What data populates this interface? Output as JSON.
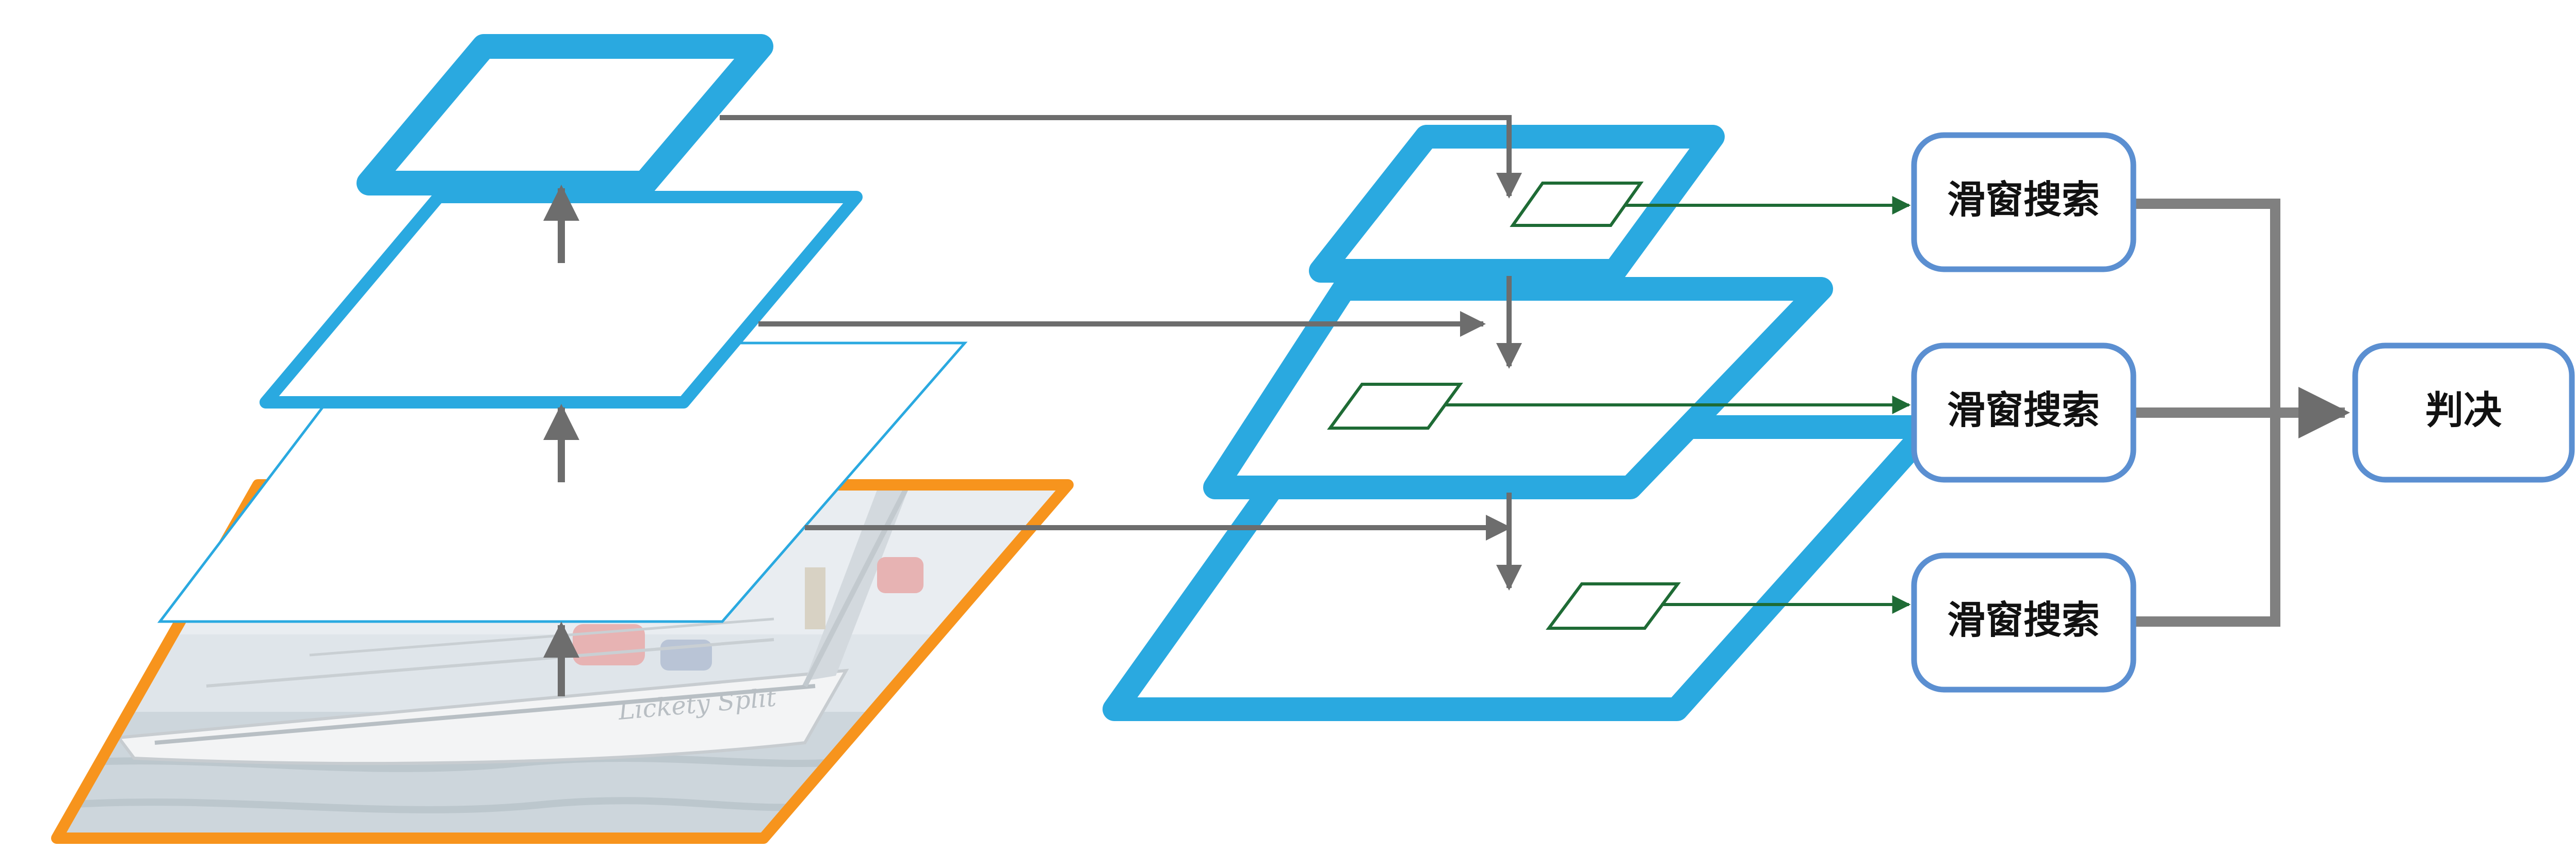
{
  "labels": {
    "search_top": "滑窗搜索",
    "search_middle": "滑窗搜索",
    "search_bottom": "滑窗搜索",
    "decision": "判决"
  },
  "colors": {
    "layer_blue": "#2aa9e0",
    "image_border_orange": "#f7941d",
    "arrow_gray": "#6d6d6d",
    "arrow_green": "#1e6b35",
    "box_border": "#5b8fd1",
    "box_fill": "#ffffff",
    "text": "#111111"
  },
  "icons": {
    "background_image": "sailboat-photo"
  }
}
